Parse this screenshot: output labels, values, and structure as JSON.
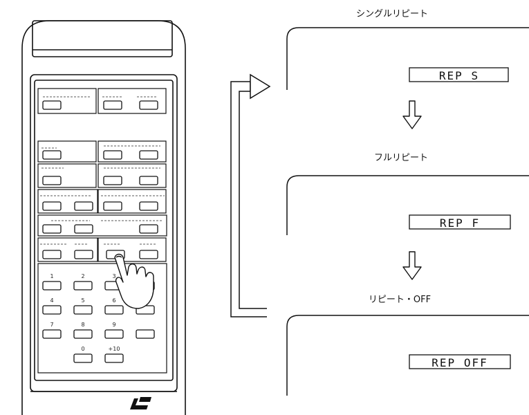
{
  "modes": [
    {
      "label": "シングルリピート",
      "display": "REP   S"
    },
    {
      "label": "フルリピート",
      "display": "REP    F"
    },
    {
      "label": "リピート・OFF",
      "display": "REP OFF"
    }
  ],
  "remote": {
    "numeric_keys": [
      "1",
      "2",
      "3",
      "4",
      "5",
      "6",
      "7",
      "8",
      "9",
      "0",
      "+10"
    ]
  }
}
